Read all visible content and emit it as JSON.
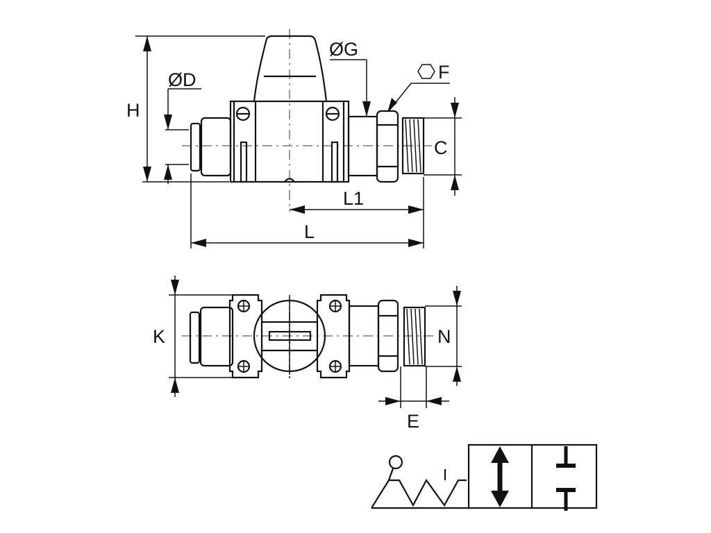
{
  "drawing": {
    "labels": {
      "H": "H",
      "D": "ØD",
      "G": "ØG",
      "F": "F",
      "C": "C",
      "L1": "L1",
      "L": "L",
      "K": "K",
      "N": "N",
      "E": "E"
    },
    "icons": [
      "hexagon-icon",
      "lever-valve-symbol",
      "double-arrow-icon"
    ],
    "colors": {
      "line": "#111111",
      "centerline": "#999999",
      "background": "#ffffff"
    }
  }
}
